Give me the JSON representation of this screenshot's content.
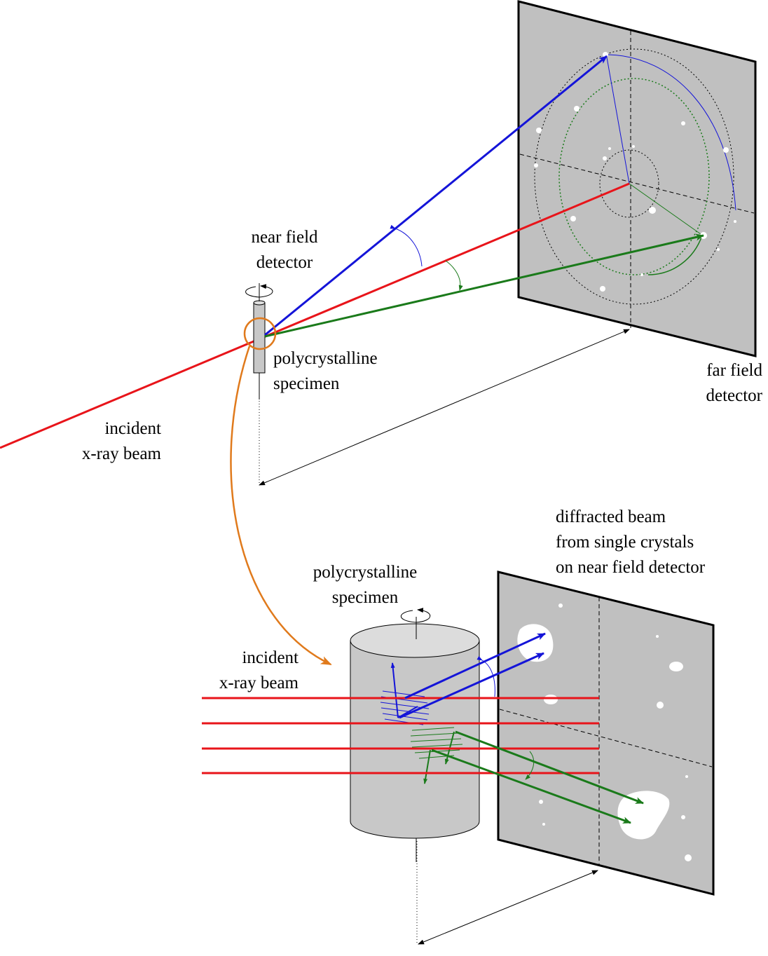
{
  "labels": {
    "near_field_detector": [
      "near field",
      "detector"
    ],
    "specimen_top": [
      "polycrystalline",
      "specimen"
    ],
    "far_field_detector": [
      "far field",
      "detector"
    ],
    "incident_top": [
      "incident",
      "x-ray beam"
    ],
    "diffracted": [
      "diffracted beam",
      "from single crystals",
      "on near field detector"
    ],
    "specimen_bottom": [
      "polycrystalline",
      "specimen"
    ],
    "incident_bottom": [
      "incident",
      "x-ray beam"
    ]
  },
  "colors": {
    "incident_beam": "#e8141a",
    "diffracted_blue": "#1414d8",
    "diffracted_green": "#1a7a1a",
    "zoom_connector": "#e07a1c",
    "detector_fill": "#c0c0c0",
    "specimen_fill": "#c8c8c8"
  }
}
